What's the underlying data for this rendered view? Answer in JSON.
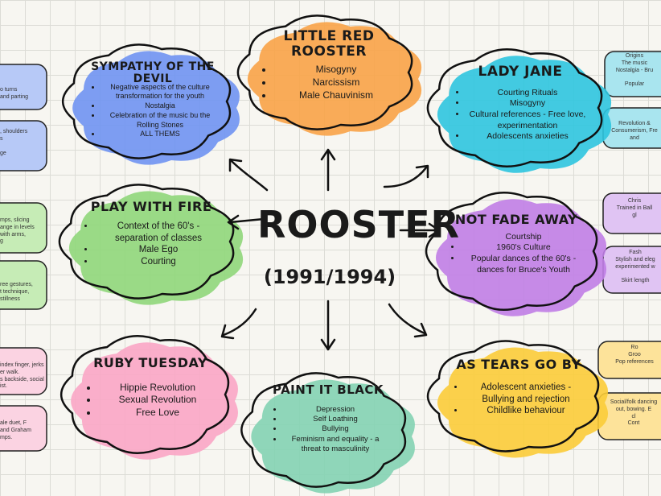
{
  "center": {
    "title": "ROOSTER",
    "subtitle": "(1991/1994)"
  },
  "nodes": [
    {
      "id": "little-red-rooster",
      "title_lines": [
        "LITTLE RED",
        "ROOSTER"
      ],
      "color": "#f8a347",
      "items": [
        "Misogyny",
        "Narcissism",
        "Male Chauvinism"
      ]
    },
    {
      "id": "sympathy-of-the-devil",
      "title_lines": [
        "SYMPATHY OF THE",
        "DEVIL"
      ],
      "color": "#6f93f2",
      "items": [
        "Negative aspects of the culture transformation for the youth",
        "Nostalgia",
        "Celebration of the music bu the Rolling Stones",
        "ALL THEMS"
      ]
    },
    {
      "id": "lady-jane",
      "title_lines": [
        "LADY JANE"
      ],
      "color": "#2ec5df",
      "items": [
        "Courting Rituals",
        "Misogyny",
        "Cultural references - Free love, experimentation",
        "Adolescents anxieties"
      ]
    },
    {
      "id": "play-with-fire",
      "title_lines": [
        "PLAY WITH FIRE"
      ],
      "color": "#8fd77a",
      "items": [
        "Context of the 60's - separation of classes",
        "Male Ego",
        "Courting"
      ]
    },
    {
      "id": "not-fade-away",
      "title_lines": [
        "NOT FADE AWAY"
      ],
      "color": "#c07ee6",
      "items": [
        "Courtship",
        "1960's Culture",
        "Popular dances of the 60's - dances for Bruce's Youth"
      ]
    },
    {
      "id": "ruby-tuesday",
      "title_lines": [
        "RUBY TUESDAY"
      ],
      "color": "#f9a6c5",
      "items": [
        "Hippie Revolution",
        "Sexual Revolution",
        "Free Love"
      ]
    },
    {
      "id": "paint-it-black",
      "title_lines": [
        "PAINT IT BLACK"
      ],
      "color": "#83d3b3",
      "items": [
        "Depression",
        "Self Loathing",
        "Bullying",
        "Feminism and equality - a threat to masculinity"
      ]
    },
    {
      "id": "as-tears-go-by",
      "title_lines": [
        "AS TEARS GO BY"
      ],
      "color": "#fbcc38",
      "items": [
        "Adolescent anxieties - Bullying and rejection",
        "Childlike behaviour"
      ]
    }
  ],
  "side_notes": {
    "left": [
      {
        "color": "#b7c9f7",
        "lines": [
          "o turns",
          "and parting"
        ]
      },
      {
        "color": "#b7c9f7",
        "lines": [
          ", shoulders",
          "s",
          "",
          "ge"
        ]
      },
      {
        "color": "#c6ecb6",
        "lines": [
          "mps, slicing",
          "ange in levels",
          "with arms,",
          "g"
        ]
      },
      {
        "color": "#c6ecb6",
        "lines": [
          "ree gestures,",
          "t technique,",
          "stillness"
        ]
      },
      {
        "color": "#fbd3e2",
        "lines": [
          "index finger, jerks",
          "er walk.",
          "s backside, social",
          "ist."
        ]
      },
      {
        "color": "#fbd3e2",
        "lines": [
          "ale duet, F",
          "and Graham",
          "mps."
        ]
      }
    ],
    "right": [
      {
        "color": "#a9e5ef",
        "lines": [
          "Origins",
          "The music",
          "Nostalgia - Bru",
          "",
          "Popular"
        ]
      },
      {
        "color": "#a9e5ef",
        "lines": [
          "Revolution &",
          "Consumerism, Fre",
          "and"
        ]
      },
      {
        "color": "#e0c4f3",
        "lines": [
          "Chris",
          "Trained in Ball",
          "gl"
        ]
      },
      {
        "color": "#e0c4f3",
        "lines": [
          "Fash",
          "Stylish and eleg",
          "experimented w",
          "",
          "Skirt length"
        ]
      },
      {
        "color": "#fde39a",
        "lines": [
          "Ro",
          "Groo",
          "Pop references"
        ]
      },
      {
        "color": "#fde39a",
        "lines": [
          "Social/folk dancing",
          "out, bowing. E",
          "cl",
          "Cont"
        ]
      }
    ]
  }
}
